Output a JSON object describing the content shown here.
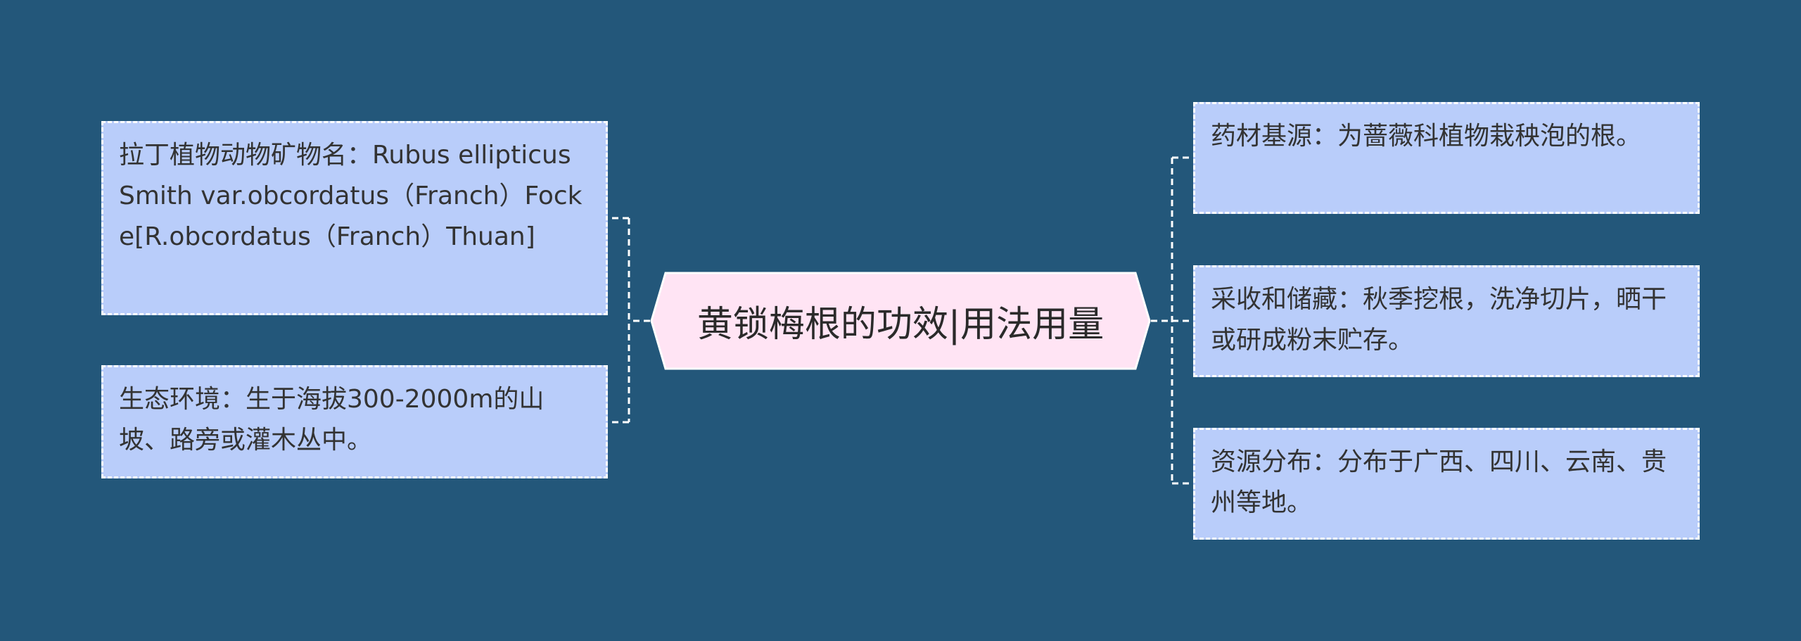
{
  "colors": {
    "background": "#23577a",
    "center_fill": "#ffe4f4",
    "topic_fill": "#b9cdfa",
    "border": "#ffffff"
  },
  "center": {
    "title": "黄锁梅根的功效|用法用量"
  },
  "left_topics": [
    {
      "text": "拉丁植物动物矿物名：Rubus ellipticus Smith var.obcordatus（Franch）Focke[R.obcordatus（Franch）Thuan]"
    },
    {
      "text": "生态环境：生于海拔300-2000m的山坡、路旁或灌木丛中。"
    }
  ],
  "right_topics": [
    {
      "text": "药材基源：为蔷薇科植物栽秧泡的根。"
    },
    {
      "text": "采收和储藏：秋季挖根，洗净切片，晒干或研成粉末贮存。"
    },
    {
      "text": "资源分布：分布于广西、四川、云南、贵州等地。"
    }
  ]
}
